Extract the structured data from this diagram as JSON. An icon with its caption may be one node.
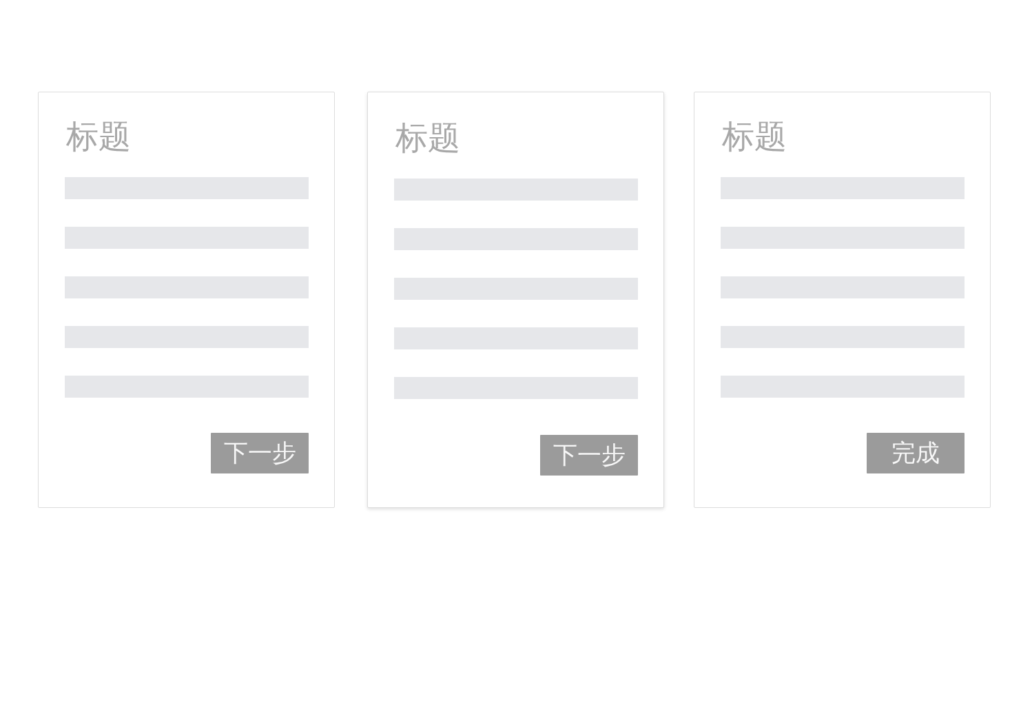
{
  "diagram": {
    "nodes": [
      {
        "text": [
          "标题"
        ]
      },
      {
        "text": [
          "下一步"
        ],
        "in": 0
      },
      {
        "text": [
          "标题"
        ]
      },
      {
        "text": [
          "下一步"
        ],
        "in": 2
      },
      {
        "text": [
          "标题"
        ]
      },
      {
        "text": [
          "完成"
        ],
        "in": 4
      }
    ]
  }
}
